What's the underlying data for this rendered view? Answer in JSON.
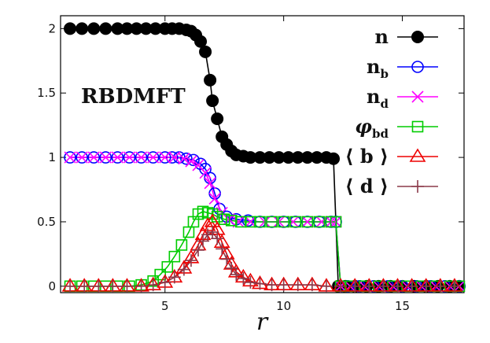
{
  "chart_data": {
    "type": "line",
    "title": "",
    "annotation": "RBDMFT",
    "xlabel": "r",
    "ylabel": "",
    "xlim": [
      0.6,
      17.6
    ],
    "ylim": [
      -0.05,
      2.1
    ],
    "xticks": [
      5,
      10,
      15
    ],
    "yticks": [
      0,
      0.5,
      1,
      1.5,
      2
    ],
    "ytick_labels": [
      "0",
      "0.5",
      "1",
      "1.5",
      "2"
    ],
    "grid": false,
    "legend_position": "top-right",
    "series": [
      {
        "name": "n",
        "name_main": "n",
        "name_sub": "",
        "color": "#000000",
        "marker": "filled-circle",
        "x": [
          1.0,
          1.5,
          2.0,
          2.5,
          3.0,
          3.4,
          3.8,
          4.2,
          4.6,
          5.0,
          5.3,
          5.6,
          5.9,
          6.1,
          6.3,
          6.5,
          6.7,
          6.9,
          7.0,
          7.2,
          7.4,
          7.6,
          7.8,
          8.0,
          8.3,
          8.6,
          9.0,
          9.4,
          9.8,
          10.2,
          10.6,
          11.0,
          11.4,
          11.8,
          12.1,
          12.3,
          12.6,
          13.0,
          13.5,
          14.0,
          14.5,
          15.0,
          15.5,
          16.0,
          16.5,
          17.0,
          17.4
        ],
        "y": [
          2.0,
          2.0,
          2.0,
          2.0,
          2.0,
          2.0,
          2.0,
          2.0,
          2.0,
          2.0,
          2.0,
          2.0,
          1.99,
          1.98,
          1.95,
          1.9,
          1.82,
          1.6,
          1.44,
          1.3,
          1.16,
          1.1,
          1.05,
          1.02,
          1.01,
          1.0,
          1.0,
          1.0,
          1.0,
          1.0,
          1.0,
          1.0,
          1.0,
          1.0,
          0.99,
          0.0,
          0.0,
          0.0,
          0.0,
          0.0,
          0.0,
          0.0,
          0.0,
          0.0,
          0.0,
          0.0,
          0.0
        ]
      },
      {
        "name": "n_b",
        "name_main": "n",
        "name_sub": "b",
        "color": "#0000ff",
        "marker": "open-circle",
        "x": [
          1.0,
          1.5,
          2.0,
          2.5,
          3.0,
          3.5,
          4.0,
          4.5,
          5.0,
          5.3,
          5.6,
          5.9,
          6.2,
          6.5,
          6.7,
          6.9,
          7.1,
          7.3,
          7.6,
          8.0,
          8.5,
          9.0,
          9.5,
          10.0,
          10.5,
          11.0,
          11.5,
          12.0,
          12.2,
          12.4,
          12.7,
          13.2,
          13.8,
          14.4,
          15.0,
          15.6,
          16.2,
          16.8,
          17.4
        ],
        "y": [
          1.0,
          1.0,
          1.0,
          1.0,
          1.0,
          1.0,
          1.0,
          1.0,
          1.0,
          1.0,
          1.0,
          0.99,
          0.98,
          0.95,
          0.91,
          0.84,
          0.72,
          0.6,
          0.54,
          0.52,
          0.51,
          0.5,
          0.5,
          0.5,
          0.5,
          0.5,
          0.5,
          0.5,
          0.5,
          0.0,
          0.0,
          0.0,
          0.0,
          0.0,
          0.0,
          0.0,
          0.0,
          0.0,
          0.0
        ]
      },
      {
        "name": "n_d",
        "name_main": "n",
        "name_sub": "d",
        "color": "#ff00ff",
        "marker": "cross",
        "x": [
          1.0,
          1.5,
          2.0,
          2.5,
          3.0,
          3.5,
          4.0,
          4.5,
          5.0,
          5.4,
          5.8,
          6.1,
          6.4,
          6.7,
          6.9,
          7.1,
          7.4,
          7.7,
          8.1,
          8.6,
          9.2,
          9.8,
          10.4,
          11.0,
          11.6,
          12.0,
          12.2,
          12.4,
          12.8,
          13.4,
          14.0,
          14.6,
          15.2,
          15.8,
          16.4,
          17.0,
          17.4
        ],
        "y": [
          1.0,
          1.0,
          1.0,
          1.0,
          1.0,
          1.0,
          1.0,
          1.0,
          1.0,
          1.0,
          0.99,
          0.97,
          0.94,
          0.88,
          0.8,
          0.68,
          0.57,
          0.52,
          0.5,
          0.5,
          0.5,
          0.5,
          0.5,
          0.5,
          0.5,
          0.5,
          0.5,
          0.0,
          0.0,
          0.0,
          0.0,
          0.0,
          0.0,
          0.0,
          0.0,
          0.0,
          0.0
        ]
      },
      {
        "name": "phi_bd",
        "name_main": "φ",
        "name_sub": "bd",
        "color": "#00cc00",
        "marker": "open-square",
        "x": [
          1.0,
          1.5,
          2.0,
          2.5,
          3.0,
          3.5,
          4.0,
          4.5,
          4.8,
          5.1,
          5.4,
          5.7,
          6.0,
          6.2,
          6.4,
          6.6,
          6.8,
          7.0,
          7.2,
          7.5,
          7.8,
          8.2,
          8.6,
          9.0,
          9.5,
          10.0,
          10.5,
          11.0,
          11.5,
          12.0,
          12.2,
          12.4,
          12.8,
          13.4,
          14.0,
          14.6,
          15.2,
          15.8,
          16.4,
          17.0,
          17.4
        ],
        "y": [
          0.0,
          0.0,
          0.0,
          0.0,
          0.0,
          0.0,
          0.01,
          0.04,
          0.09,
          0.15,
          0.23,
          0.32,
          0.42,
          0.5,
          0.56,
          0.58,
          0.57,
          0.56,
          0.54,
          0.52,
          0.51,
          0.5,
          0.5,
          0.5,
          0.5,
          0.5,
          0.5,
          0.5,
          0.5,
          0.5,
          0.5,
          0.0,
          0.0,
          0.0,
          0.0,
          0.0,
          0.0,
          0.0,
          0.0,
          0.0,
          0.0
        ]
      },
      {
        "name": "<b>",
        "name_main": "⟨ b ⟩",
        "name_sub": "",
        "color": "#ee0000",
        "marker": "open-triangle",
        "x": [
          1.0,
          1.6,
          2.2,
          2.8,
          3.4,
          4.0,
          4.5,
          5.0,
          5.4,
          5.8,
          6.1,
          6.4,
          6.6,
          6.8,
          7.0,
          7.2,
          7.4,
          7.6,
          7.8,
          8.0,
          8.3,
          8.6,
          9.0,
          9.5,
          10.0,
          10.6,
          11.2,
          11.8,
          12.4,
          13.0,
          13.6,
          14.2,
          14.8,
          15.4,
          16.0,
          16.6,
          17.2
        ],
        "y": [
          0.0,
          0.0,
          0.0,
          0.0,
          0.0,
          0.0,
          0.01,
          0.03,
          0.07,
          0.14,
          0.22,
          0.32,
          0.4,
          0.47,
          0.5,
          0.44,
          0.34,
          0.25,
          0.17,
          0.11,
          0.07,
          0.04,
          0.02,
          0.01,
          0.01,
          0.01,
          0.01,
          0.0,
          0.0,
          0.0,
          0.0,
          0.0,
          0.0,
          0.0,
          0.0,
          0.0,
          0.0
        ]
      },
      {
        "name": "<d>",
        "name_main": "⟨ d ⟩",
        "name_sub": "",
        "color": "#8b3a4a",
        "marker": "plus",
        "x": [
          1.0,
          1.6,
          2.2,
          2.8,
          3.4,
          4.0,
          4.5,
          5.0,
          5.4,
          5.8,
          6.1,
          6.4,
          6.6,
          6.8,
          7.0,
          7.2,
          7.4,
          7.6,
          7.8,
          8.0,
          8.3,
          8.6,
          9.0,
          9.5,
          10.0,
          10.6,
          11.2,
          11.8,
          12.4,
          13.0,
          13.6,
          14.2,
          14.8,
          15.4,
          16.0,
          16.6,
          17.2
        ],
        "y": [
          0.0,
          0.0,
          0.0,
          0.0,
          0.0,
          0.0,
          0.01,
          0.03,
          0.07,
          0.13,
          0.2,
          0.28,
          0.35,
          0.4,
          0.42,
          0.37,
          0.29,
          0.21,
          0.14,
          0.09,
          0.06,
          0.03,
          0.02,
          0.01,
          0.01,
          0.01,
          0.01,
          0.0,
          0.0,
          0.0,
          0.0,
          0.0,
          0.0,
          0.0,
          0.0,
          0.0,
          0.0
        ]
      }
    ]
  }
}
